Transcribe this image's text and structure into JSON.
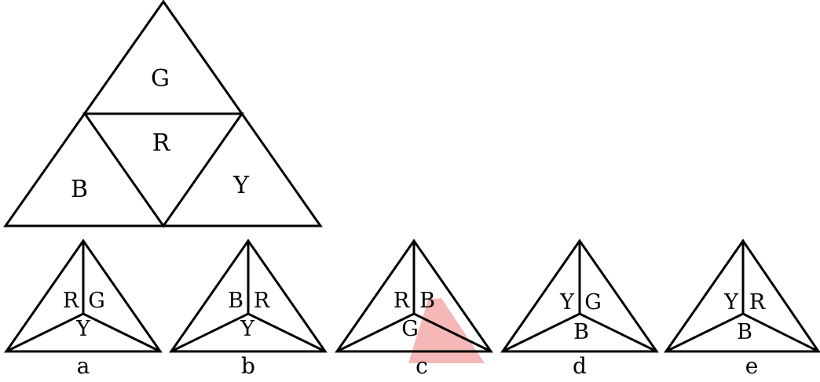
{
  "net": {
    "faces": {
      "top": "G",
      "center": "R",
      "left": "B",
      "right": "Y"
    }
  },
  "options": [
    {
      "letter": "a",
      "left": "R",
      "right": "G",
      "front": "Y"
    },
    {
      "letter": "b",
      "left": "B",
      "right": "R",
      "front": "Y"
    },
    {
      "letter": "c",
      "left": "R",
      "right": "B",
      "front": "G"
    },
    {
      "letter": "d",
      "left": "Y",
      "right": "G",
      "front": "B"
    },
    {
      "letter": "e",
      "left": "Y",
      "right": "R",
      "front": "B"
    }
  ],
  "colors": {
    "line": "#000000",
    "background": "#ffffff",
    "watermark": "#f4aaaa"
  }
}
